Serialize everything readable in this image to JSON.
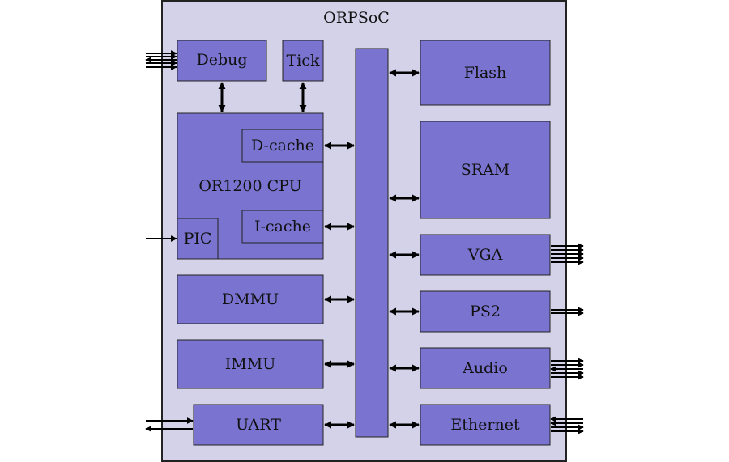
{
  "title": "ORPSoC",
  "blocks": {
    "debug": "Debug",
    "tick": "Tick",
    "cpu": "OR1200 CPU",
    "dcache": "D-cache",
    "icache": "I-cache",
    "pic": "PIC",
    "dmmu": "DMMU",
    "immu": "IMMU",
    "uart": "UART",
    "flash": "Flash",
    "sram": "SRAM",
    "vga": "VGA",
    "ps2": "PS2",
    "audio": "Audio",
    "ethernet": "Ethernet"
  },
  "colors": {
    "block": "#7a74d0",
    "background": "#d4d2e8"
  }
}
